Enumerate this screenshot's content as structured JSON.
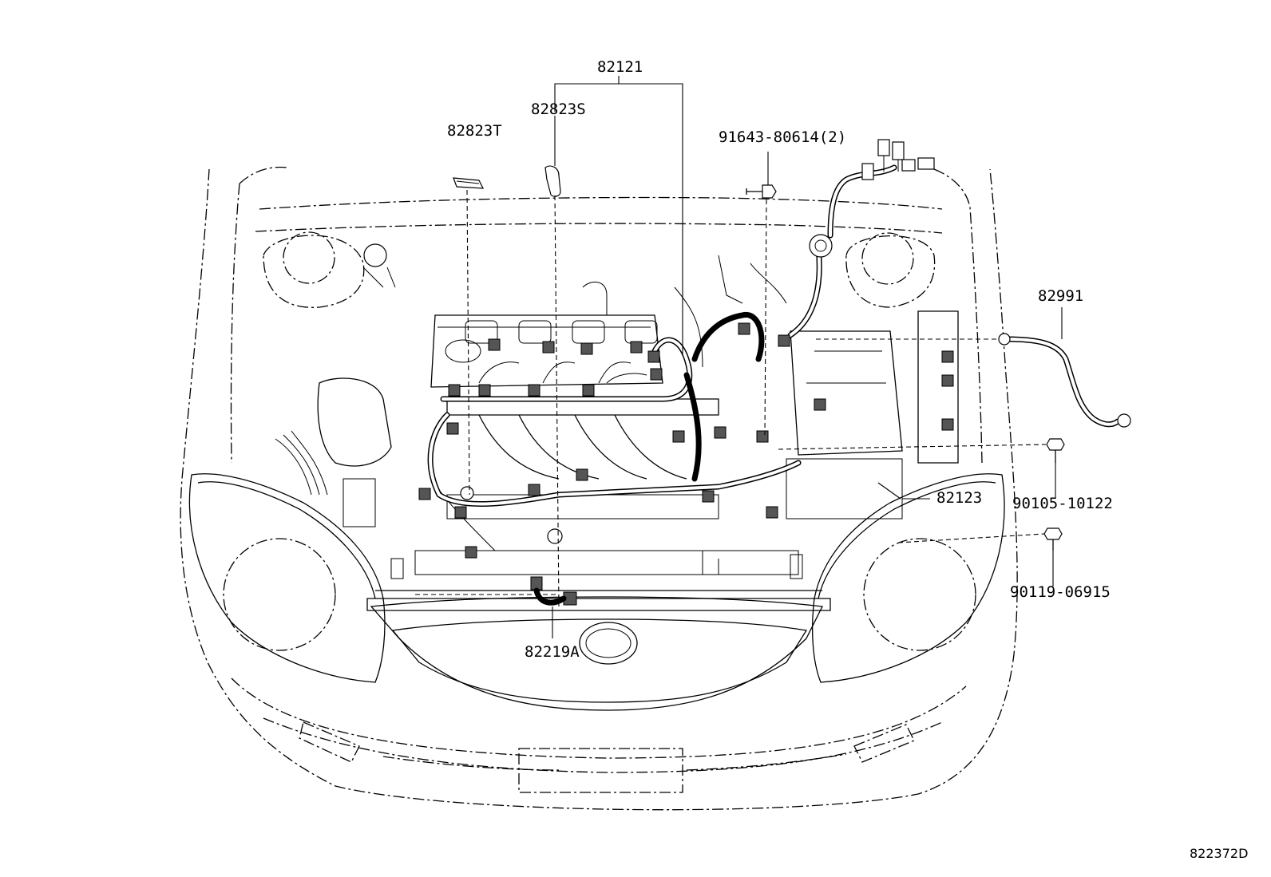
{
  "labels": {
    "p82121": "82121",
    "p82823S": "82823S",
    "p82823T": "82823T",
    "p91643": "91643-80614(2)",
    "p82991": "82991",
    "p90105": "90105-10122",
    "p82123": "82123",
    "p90119": "90119-06915",
    "p82219A": "82219A"
  },
  "figure_code": "822372D"
}
